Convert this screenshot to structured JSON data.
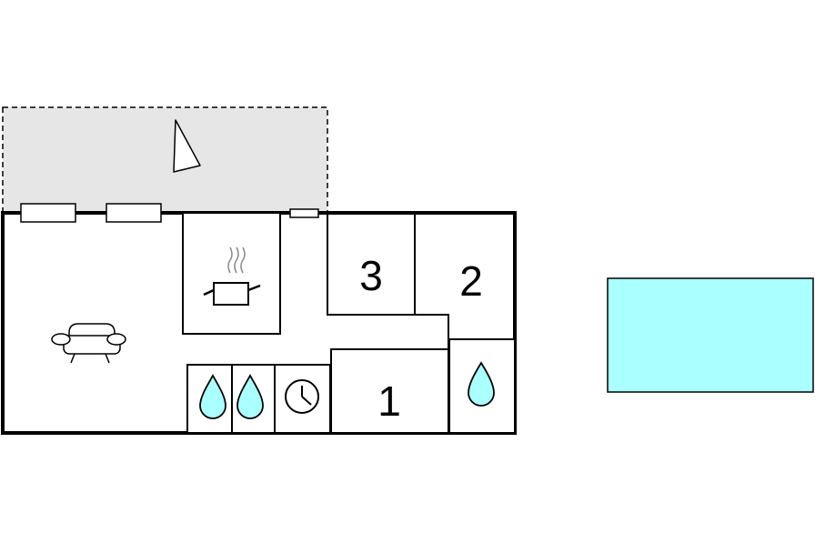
{
  "floorplan": {
    "rooms": {
      "bedroom_a": {
        "number": "3"
      },
      "bedroom_b": {
        "number": "2"
      },
      "bedroom_c": {
        "number": "1"
      }
    },
    "icons": {
      "north": "north-arrow-icon",
      "sofa": "sofa-icon",
      "cooking_pot": "cooking-pot-icon",
      "water_drop": "water-drop-icon",
      "clock": "clock-icon"
    },
    "colors": {
      "terrace": "#e6e6e6",
      "pool": "#aaffff",
      "water": "#aaffff",
      "wall": "#000000"
    }
  }
}
